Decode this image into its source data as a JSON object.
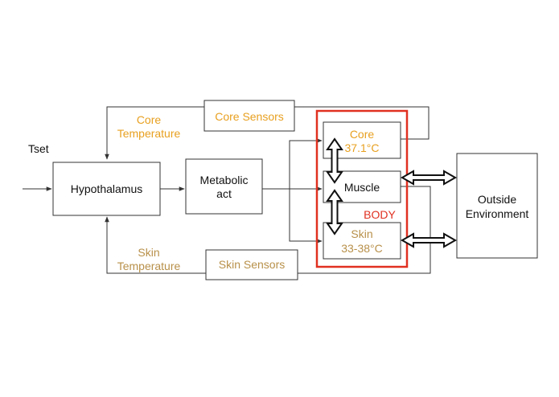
{
  "colors": {
    "line": "#333333",
    "text": "#111111",
    "orange": "#E8A020",
    "tan": "#B8904A",
    "body_border": "#E03020",
    "body_label": "#E03020"
  },
  "input": {
    "label": "Tset"
  },
  "blocks": {
    "hypothalamus": "Hypothalamus",
    "metabolic": [
      "Metabolic",
      "act"
    ],
    "core_sensors": "Core Sensors",
    "skin_sensors": "Skin Sensors",
    "core": [
      "Core",
      "37.1°C"
    ],
    "muscle": "Muscle",
    "skin": [
      "Skin",
      "33-38°C"
    ],
    "outside": [
      "Outside",
      "Environment"
    ]
  },
  "labels": {
    "core_temperature": [
      "Core",
      "Temperature"
    ],
    "skin_temperature": [
      "Skin",
      "Temperature"
    ],
    "body": "BODY"
  }
}
